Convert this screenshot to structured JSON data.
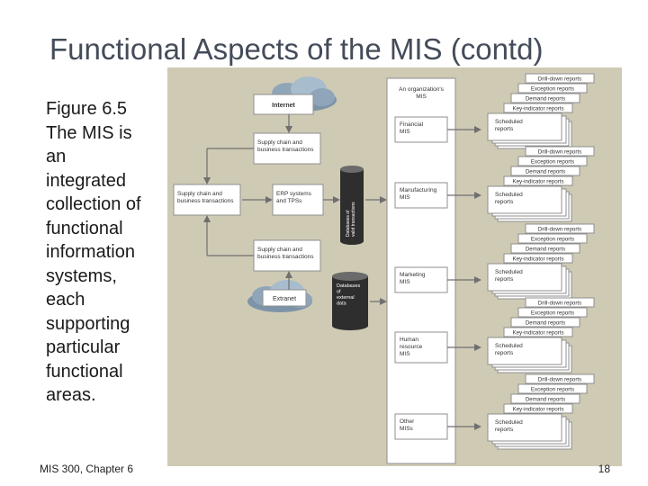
{
  "slide": {
    "title": "Functional Aspects of the MIS (contd)",
    "caption": [
      "Figure 6.5",
      "The MIS is",
      "an",
      "integrated",
      "collection of",
      "functional",
      "information",
      "systems,",
      "each",
      "supporting",
      "particular",
      "functional",
      "areas."
    ],
    "footer_left": "MIS 300, Chapter 6",
    "page_number": "18"
  },
  "figure": {
    "internet": "Internet",
    "extranet": "Extranet",
    "supply_chain_top": [
      "Supply chain and",
      "business transactions"
    ],
    "supply_chain_left": [
      "Supply chain and",
      "business transactions"
    ],
    "supply_chain_bottom": [
      "Supply chain and",
      "business transactions"
    ],
    "erp": [
      "ERP systems",
      "and TPSs"
    ],
    "db_valid": [
      "Databases of",
      "valid transactions"
    ],
    "db_external": [
      "Databases",
      "of",
      "external",
      "data"
    ],
    "org_mis": [
      "An organization's",
      "MIS"
    ],
    "mis_boxes": [
      [
        "Financial",
        "MIS"
      ],
      [
        "Manufacturing",
        "MIS"
      ],
      [
        "Marketing",
        "MIS"
      ],
      [
        "Human",
        "resource",
        "MIS"
      ],
      [
        "Other",
        "MISs"
      ]
    ],
    "report_stack": [
      "Drill-down reports",
      "Exception reports",
      "Demand reports",
      "Key-indicator reports",
      "Scheduled",
      "reports"
    ]
  }
}
